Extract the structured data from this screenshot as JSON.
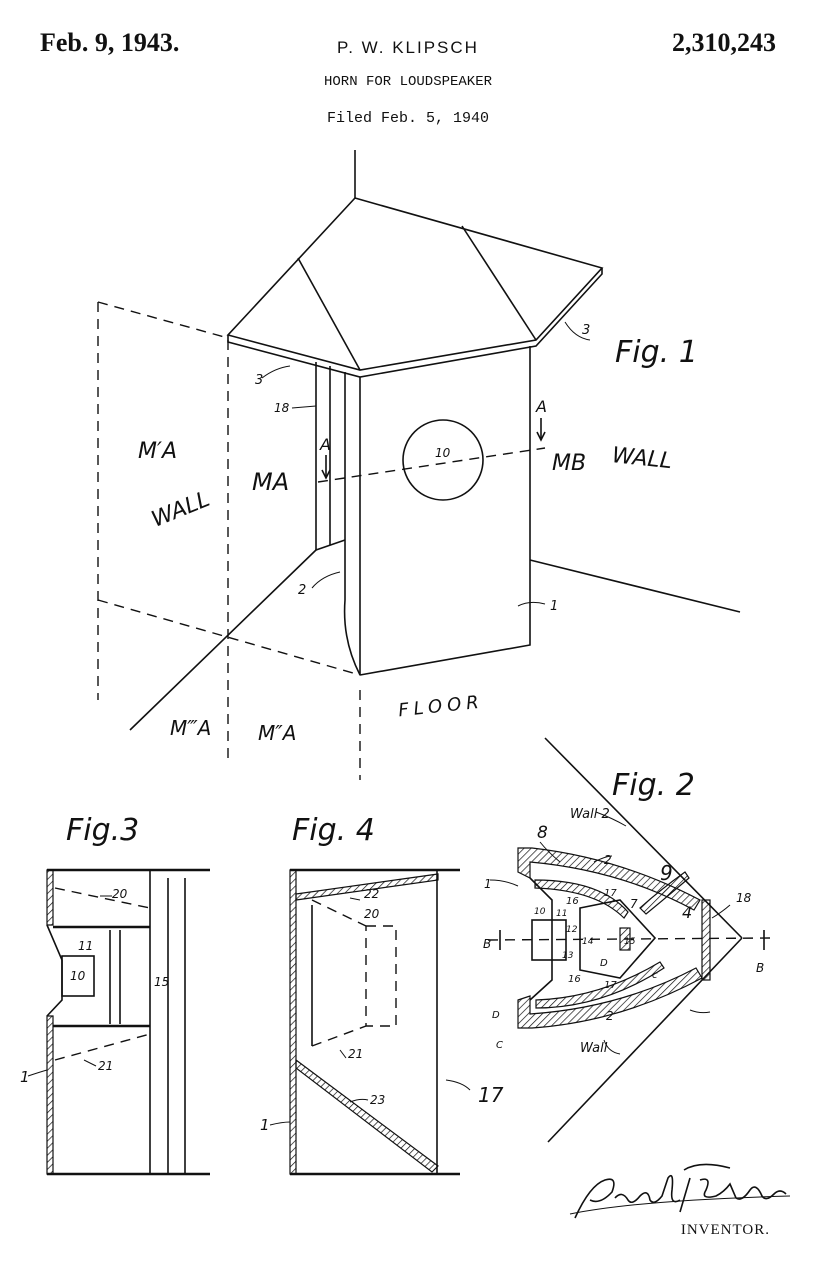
{
  "header": {
    "date": "Feb. 9, 1943.",
    "inventor": "P. W. KLIPSCH",
    "patent_number": "2,310,243",
    "title": "HORN FOR LOUDSPEAKER",
    "filed": "Filed Feb. 5, 1940"
  },
  "fig1": {
    "label": "Fig. 1",
    "wall_left_label": "WALL",
    "wall_right_label": "WALL",
    "floor_label": "FLOOR",
    "m_a_prime": "M′A",
    "m_a": "MA",
    "m_b": "MB",
    "m_a_double": "M″A",
    "m_a_triple": "M‴A",
    "section_a_left": "A",
    "section_a_right": "A",
    "ref_3a": "3",
    "ref_3b": "3",
    "ref_18": "18",
    "ref_10": "10",
    "ref_2": "2",
    "ref_1": "1"
  },
  "fig2": {
    "label": "Fig. 2",
    "wall_top": "Wall 2",
    "wall_bottom": "Wall",
    "refs": [
      "8",
      "2",
      "9",
      "18",
      "1",
      "16",
      "17",
      "7",
      "4",
      "10",
      "11",
      "12",
      "14",
      "15",
      "13",
      "D",
      "c",
      "16",
      "17",
      "2",
      "D",
      "C"
    ],
    "section_b_left": "B",
    "section_b_right": "B"
  },
  "fig3": {
    "label": "Fig.3",
    "refs": [
      "20",
      "11",
      "10",
      "15",
      "1",
      "21"
    ]
  },
  "fig4": {
    "label": "Fig. 4",
    "refs": [
      "22",
      "20",
      "21",
      "1",
      "23",
      "17"
    ]
  },
  "footer": {
    "signature": "Paul W. Klipsch",
    "inventor_label": "INVENTOR."
  }
}
